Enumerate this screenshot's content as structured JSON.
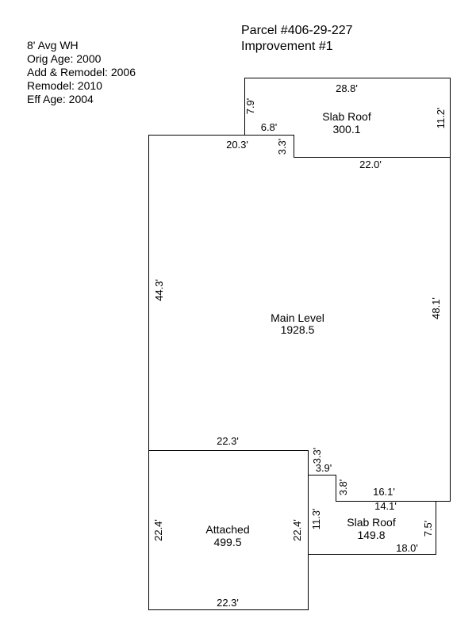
{
  "notes": [
    "8' Avg WH",
    "Orig Age: 2000",
    "Add & Remodel: 2006",
    "Remodel: 2010",
    "Eff Age: 2004"
  ],
  "header": {
    "parcel": "Parcel #406-29-227",
    "improvement": "Improvement #1"
  },
  "areas": {
    "slab_roof_top": {
      "name": "Slab Roof",
      "value": "300.1"
    },
    "main_level": {
      "name": "Main Level",
      "value": "1928.5"
    },
    "attached": {
      "name": "Attached",
      "value": "499.5"
    },
    "slab_roof_bottom": {
      "name": "Slab Roof",
      "value": "149.8"
    }
  },
  "dimensions": {
    "top_28_8": "28.8'",
    "top_7_9": "7.9'",
    "top_11_2": "11.2'",
    "top_6_8": "6.8'",
    "top_3_3": "3.3'",
    "main_20_3": "20.3'",
    "main_22_0": "22.0'",
    "main_44_3": "44.3'",
    "main_48_1": "48.1'",
    "mid_22_3": "22.3'",
    "step_3_3": "3.3'",
    "step_3_9": "3.9'",
    "step_3_8": "3.8'",
    "main_16_1": "16.1'",
    "slab_14_1": "14.1'",
    "slab_11_3": "11.3'",
    "slab_7_5": "7.5'",
    "slab_18_0": "18.0'",
    "att_22_4_left": "22.4'",
    "att_22_4_right": "22.4'",
    "att_22_3_bottom": "22.3'"
  }
}
